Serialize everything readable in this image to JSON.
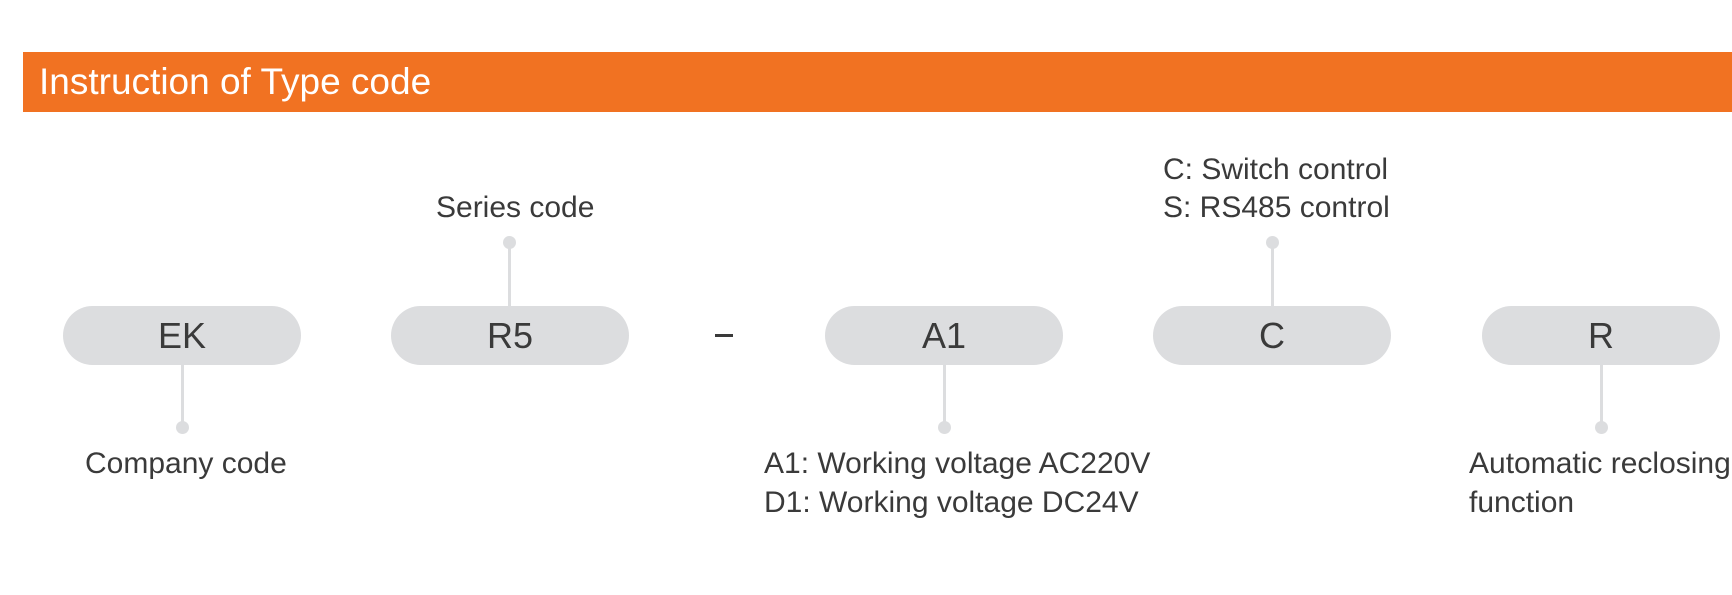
{
  "header": {
    "title": "Instruction of Type code"
  },
  "segments": [
    {
      "code": "EK",
      "description": [
        "Company code"
      ]
    },
    {
      "code": "R5",
      "description": [
        "Series code"
      ]
    },
    {
      "code": "A1",
      "description": [
        "A1: Working voltage AC220V",
        "D1: Working voltage DC24V"
      ]
    },
    {
      "code": "C",
      "description": [
        "C: Switch control",
        "S: RS485 control"
      ]
    },
    {
      "code": "R",
      "description": [
        "Automatic reclosing",
        "function"
      ]
    }
  ],
  "separator": "–",
  "colors": {
    "header_bg": "#f17222",
    "header_text": "#ffffff",
    "pill_bg": "#dcdddf",
    "connector": "#dcdddf",
    "text": "#3a3a3a"
  }
}
